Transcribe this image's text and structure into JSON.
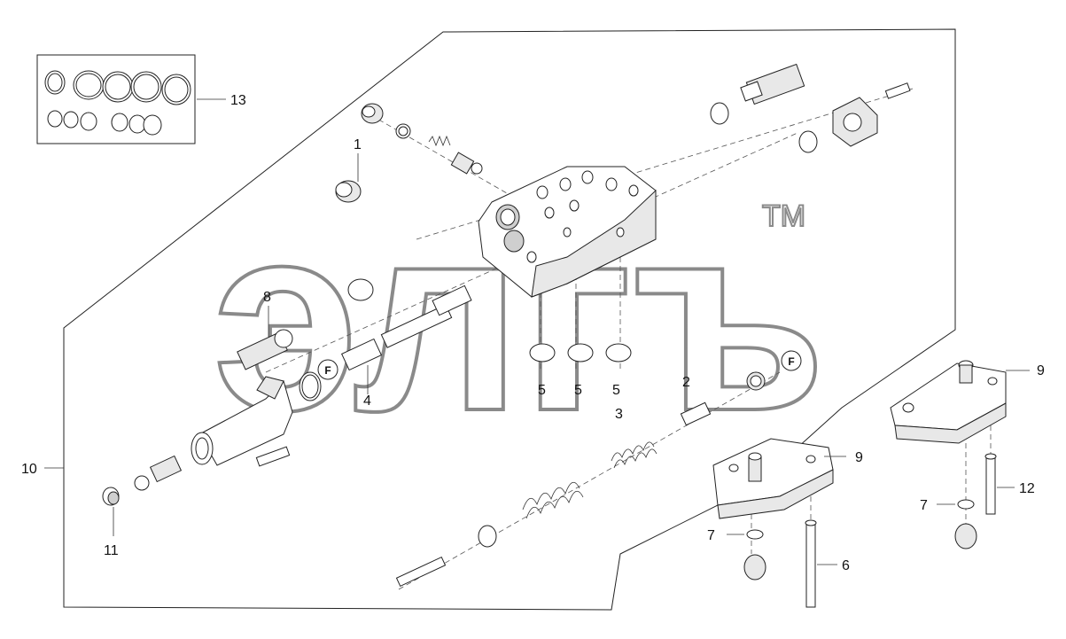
{
  "watermark": {
    "text": "элгъ",
    "trademark": "TM"
  },
  "fastener_marker": "F",
  "labels": {
    "p1": "1",
    "p2": "2",
    "p3": "3",
    "p4": "4",
    "p5a": "5",
    "p5b": "5",
    "p5c": "5",
    "p6": "6",
    "p7a": "7",
    "p7b": "7",
    "p8": "8",
    "p9a": "9",
    "p9b": "9",
    "p10": "10",
    "p11": "11",
    "p12": "12",
    "p13": "13"
  }
}
